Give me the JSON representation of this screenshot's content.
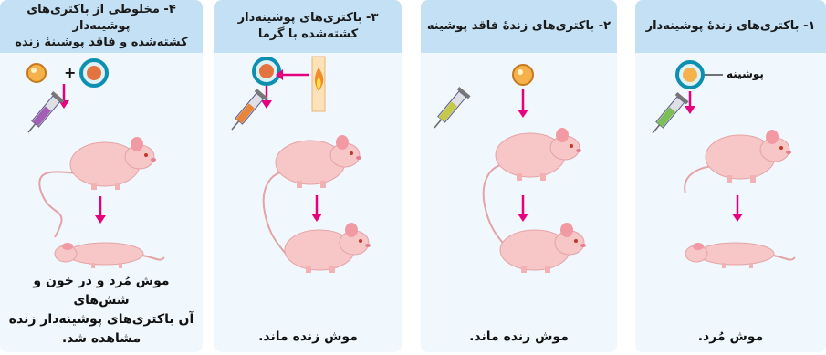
{
  "panels": [
    {
      "title_line1": "۱- باکتری‌های زندهٔ پوشینه‌دار",
      "title_line2": "",
      "capsule_label": "پوشینه",
      "result": "موش مُرد."
    },
    {
      "title_line1": "۲- باکتری‌های زندهٔ فاقد پوشینه",
      "title_line2": "",
      "result": "موش زنده ماند."
    },
    {
      "title_line1": "۳- باکتری‌های پوشینه‌دار",
      "title_line2": "کشته‌شده با گرما",
      "result": "موش زنده ماند."
    },
    {
      "title_line1": "۴- مخلوطی از باکتری‌های پوشینه‌دار",
      "title_line2": "کشته‌شده و فاقد پوشینهٔ زنده",
      "plus": "+",
      "result_line1": "موش مُرد و در خون و شش‌های",
      "result_line2": "آن باکتری‌های پوشینه‌دار زنده",
      "result_line3": "مشاهده شد."
    }
  ],
  "colors": {
    "panel_bg": "#f1f8fd",
    "header_bg": "#c4e0f4",
    "arrow": "#e6007e",
    "mouse_body": "#f7c7c8",
    "capsule": "#0c8fb0",
    "bacterium": "#f6b24a",
    "dead_bacterium": "#e4743f"
  },
  "icons": [
    "live-capsulated-bacterium-icon",
    "live-noncapsulated-bacterium-icon",
    "heat-killed-bacterium-icon",
    "syringe-icon",
    "flame-icon",
    "living-mouse-icon",
    "dead-mouse-icon"
  ]
}
